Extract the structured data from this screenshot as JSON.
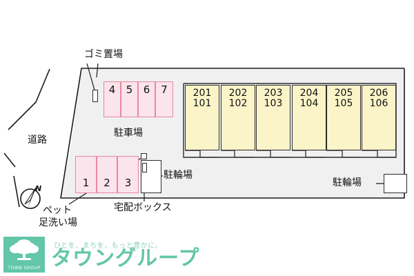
{
  "plan": {
    "labels": {
      "trash": "ゴミ置場",
      "road": "道路",
      "parking_lot": "駐車場",
      "bicycle_mid": "駐輪場",
      "bicycle_right": "駐輪場",
      "delivery_box": "宅配ボックス",
      "pet_wash_line1": "ペット",
      "pet_wash_line2": "足洗い場",
      "compass": "N"
    },
    "parking_top": [
      "4",
      "5",
      "6",
      "7"
    ],
    "parking_bottom": [
      "1",
      "2",
      "3"
    ],
    "units": [
      {
        "upper": "201",
        "lower": "101"
      },
      {
        "upper": "202",
        "lower": "102"
      },
      {
        "upper": "203",
        "lower": "103"
      },
      {
        "upper": "204",
        "lower": "104"
      },
      {
        "upper": "205",
        "lower": "105"
      },
      {
        "upper": "206",
        "lower": "106"
      }
    ],
    "colors": {
      "site_bg": "#f0f0f0",
      "stall_fill": "#fbe4ec",
      "stall_border": "#e8879f",
      "unit_fill": "#faf4c8",
      "unit_border": "#2b2b2b"
    }
  },
  "footer": {
    "tagline": "ひとを、まちを、もっと豊かに。",
    "brand": "タウングループ",
    "logo_caption": "TOWN GROUP",
    "brand_color": "#63c6a8"
  }
}
